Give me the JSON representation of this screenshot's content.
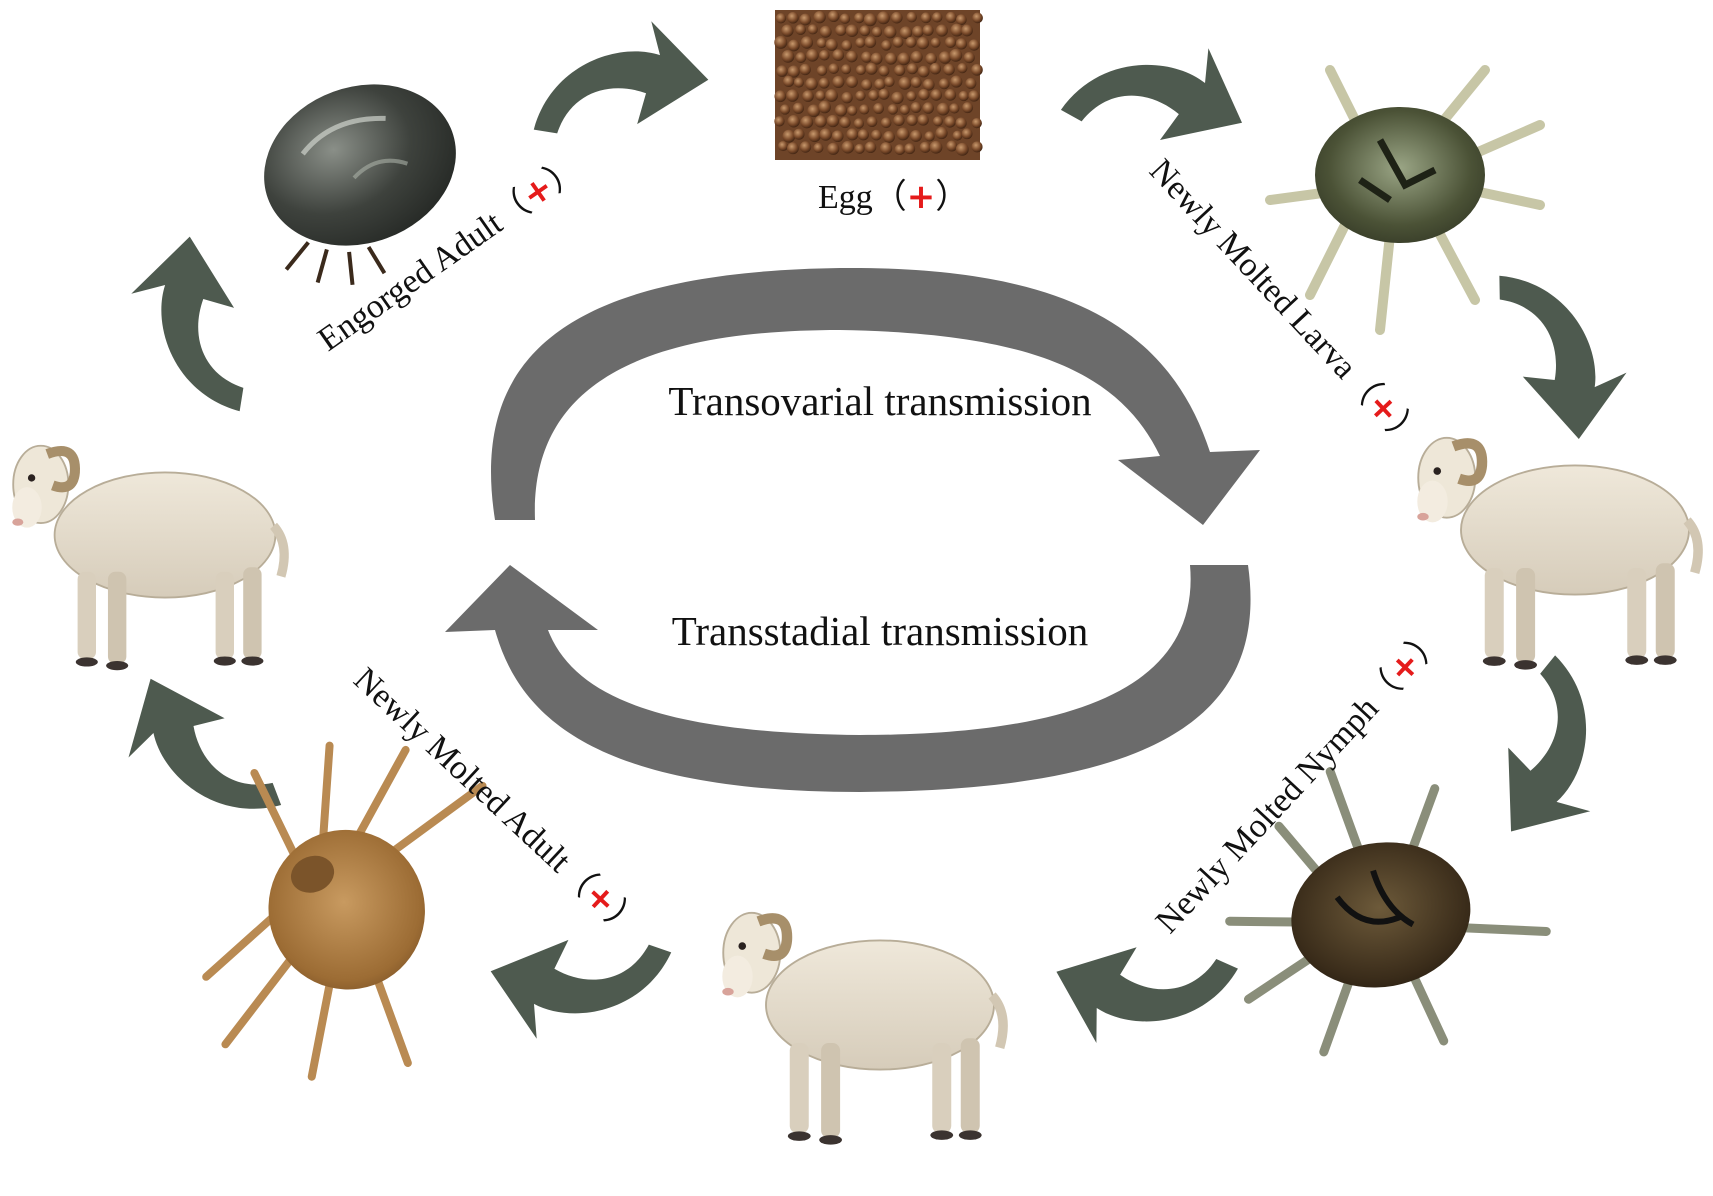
{
  "center": {
    "transovarial": "Transovarial transmission",
    "transstadial": "Transstadial transmission"
  },
  "stages": {
    "egg": {
      "name": "Egg",
      "mark": "+"
    },
    "engorged_adult": {
      "name": "Engorged Adult",
      "mark": "+"
    },
    "larva": {
      "name": "Newly Molted Larva",
      "mark": "+"
    },
    "nymph": {
      "name": "Newly Molted Nymph",
      "mark": "+"
    },
    "adult": {
      "name": "Newly Molted Adult",
      "mark": "+"
    }
  },
  "colors": {
    "cycle_arrow": "#4e5a4f",
    "center_arrow": "#6b6b6b",
    "positive_mark": "#e51b1b"
  },
  "icons": [
    "engorged-tick-icon",
    "egg-cluster-icon",
    "larva-tick-icon",
    "nymph-tick-icon",
    "adult-tick-icon",
    "sheep-icon"
  ]
}
